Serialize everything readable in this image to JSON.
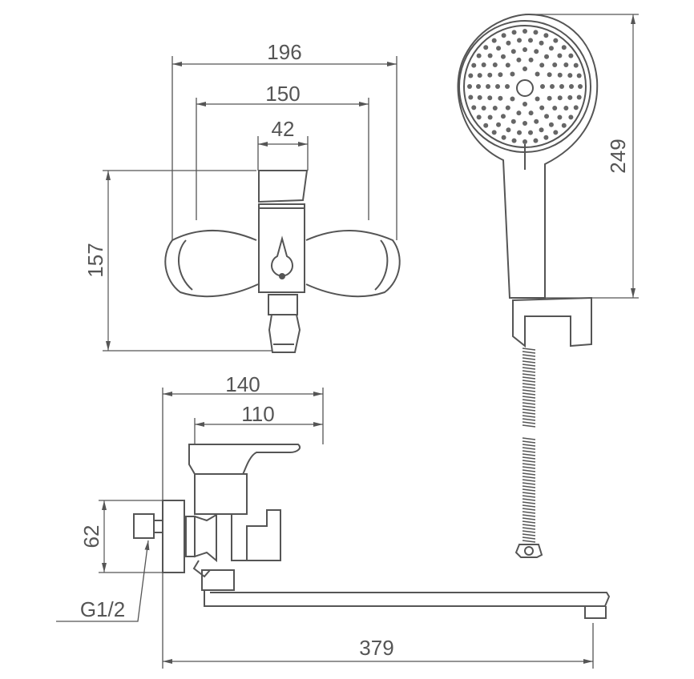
{
  "dimensions": {
    "width_total": "196",
    "flange_spacing": "150",
    "handle_width": "42",
    "height_front": "157",
    "shower_head_length": "249",
    "projection_side": "140",
    "handle_side": "110",
    "inlet_height": "62",
    "thread": "G1/2",
    "spout_reach": "379"
  }
}
